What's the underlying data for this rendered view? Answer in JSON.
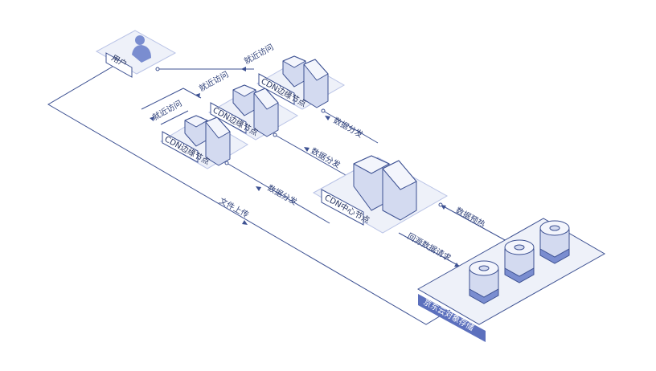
{
  "labels": {
    "user": "用户",
    "edge_node": "CDN边缘节点",
    "center_node": "CDN中心节点",
    "storage": "京东云对象存储",
    "nearby_access": "就近访问",
    "data_distribution": "数据分发",
    "data_preheat": "数据预热",
    "back_to_origin": "回源数据请求",
    "file_upload": "文件上传"
  },
  "colors": {
    "line": "#3d5192",
    "panel_fill": "#eef1f9",
    "cube_light": "#f3f5fc",
    "cube_mid": "#d3daf0",
    "cube_dark": "#b9c3e6",
    "storage_band": "#7a8dd0",
    "storage_tag": "#5c70bd"
  }
}
